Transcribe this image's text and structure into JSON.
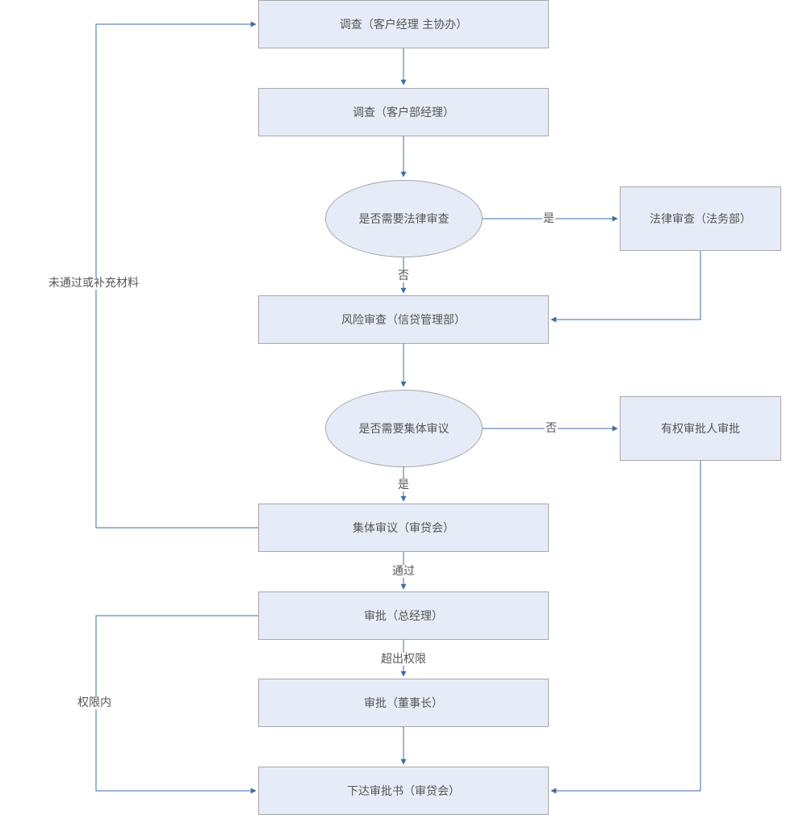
{
  "nodes": {
    "survey_account_manager": "调查（客户经理 主协办）",
    "survey_department_manager": "调查（客户部经理）",
    "legal_review_needed": "是否需要法律审查",
    "legal_review": "法律审查（法务部）",
    "risk_review": "风险审查（信贷管理部）",
    "collective_review_needed": "是否需要集体审议",
    "authorized_approver": "有权审批人审批",
    "collective_review": "集体审议（审贷会）",
    "approval_gm": "审批（总经理）",
    "approval_chairman": "审批（董事长）",
    "issue_approval": "下达审批书（审贷会）"
  },
  "edge_labels": {
    "legal_yes": "是",
    "legal_no": "否",
    "collective_no": "否",
    "collective_yes": "是",
    "passed": "通过",
    "exceeds_authority": "超出权限",
    "within_authority": "权限内",
    "failed_or_supplement": "未通过或补充材料"
  },
  "colors": {
    "box_fill": "#e6ecf7",
    "box_border": "#a7a7a7",
    "connector": "#3f6ea5",
    "text": "#555555"
  }
}
